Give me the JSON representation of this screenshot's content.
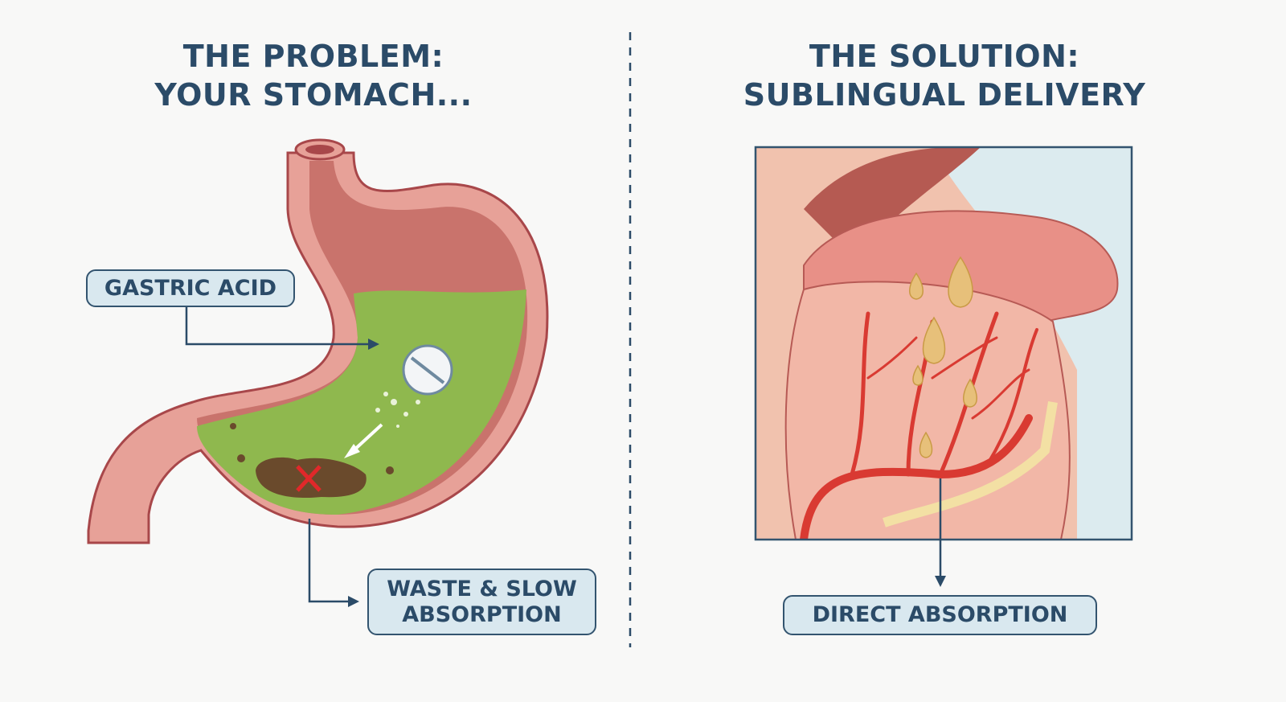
{
  "left": {
    "title_line1": "THE PROBLEM:",
    "title_line2": "YOUR STOMACH...",
    "label_acid": "GASTRIC ACID",
    "label_waste_line1": "WASTE & SLOW",
    "label_waste_line2": "ABSORPTION"
  },
  "right": {
    "title_line1": "THE SOLUTION:",
    "title_line2": "SUBLINGUAL DELIVERY",
    "label_direct": "DIRECT ABSORPTION"
  },
  "colors": {
    "title": "#2b4b68",
    "label_bg": "#d9e8ef",
    "stomach": "#e8a39a",
    "acid": "#8fb84e",
    "vessel": "#d93a32"
  }
}
